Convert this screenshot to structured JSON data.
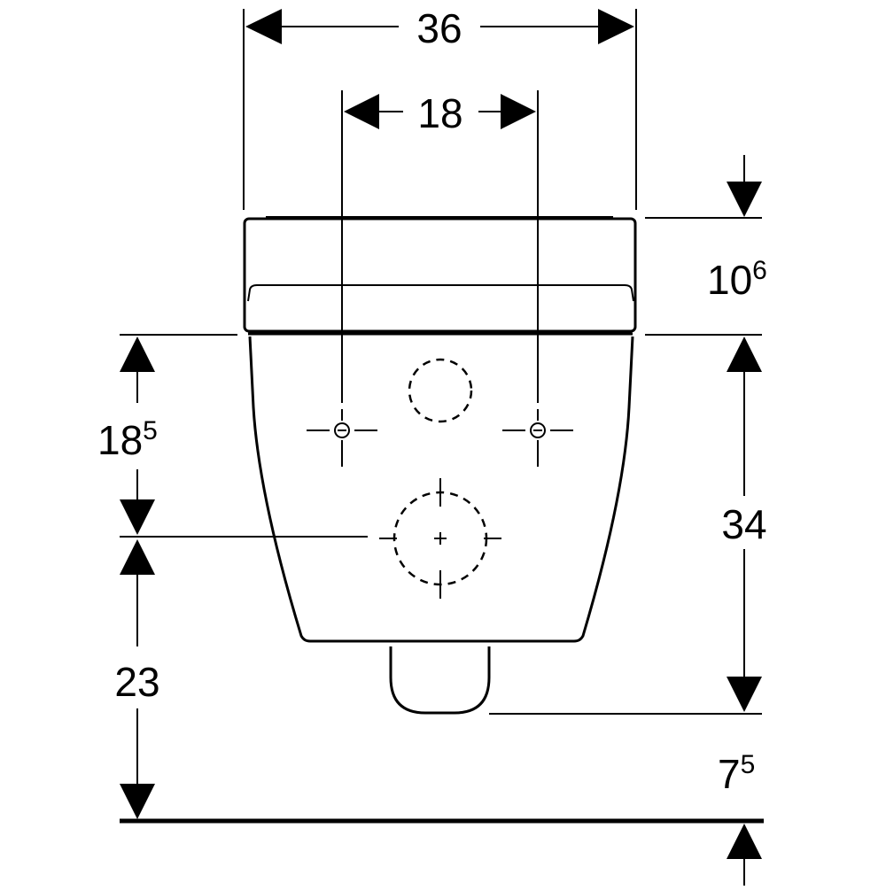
{
  "dimensions": {
    "overall_width": "36",
    "hole_spacing": "18",
    "seat_height_base": "10",
    "seat_height_sup": "6",
    "fixing_height_base": "18",
    "fixing_height_sup": "5",
    "bowl_height": "34",
    "outlet_height": "23",
    "floor_gap_base": "7",
    "floor_gap_sup": "5"
  }
}
